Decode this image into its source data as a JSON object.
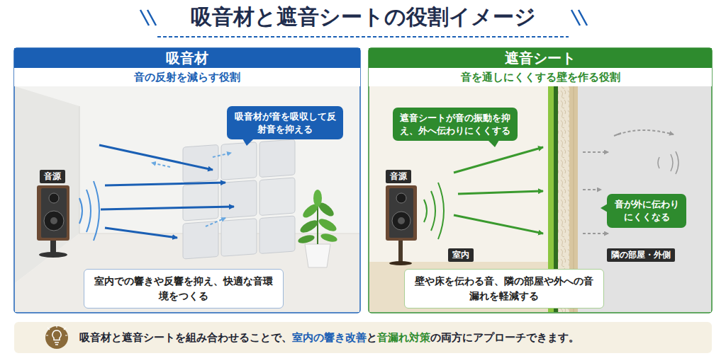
{
  "diagram": {
    "title": "吸音材と遮音シートの役割イメージ",
    "nodes": [
      {
        "text": [
          "吸音材",
          "音の反射を減らす役割"
        ]
      },
      {
        "text": [
          "吸音材が音を吸収して反射音を抑える"
        ],
        "in": 0
      },
      {
        "text": [
          "音源"
        ],
        "in": 0
      },
      {
        "text": [
          "室内での響きや反響を抑え、快適な音環境をつくる"
        ],
        "in": 0
      },
      {
        "text": [
          "遮音シート",
          "音を通しにくくする壁を作る役割"
        ]
      },
      {
        "text": [
          "遮音シートが音の振動を抑え、外へ伝わりにくくする"
        ],
        "in": 4
      },
      {
        "text": [
          "音源"
        ],
        "in": 4
      },
      {
        "text": [
          "音が外に伝わりにくくなる"
        ],
        "in": 4
      },
      {
        "text": [
          "室内"
        ],
        "in": 4
      },
      {
        "text": [
          "隣の部屋・外側"
        ],
        "in": 4
      },
      {
        "text": [
          "壁や床を伝わる音、隣の部屋や外への音漏れを軽減する"
        ],
        "in": 4
      },
      {
        "text": [
          "吸音材と遮音シートを組み合わせることで、",
          "室内の響き改善",
          "と",
          "音漏れ対策",
          "の両方にアプローチできます。"
        ]
      }
    ]
  }
}
